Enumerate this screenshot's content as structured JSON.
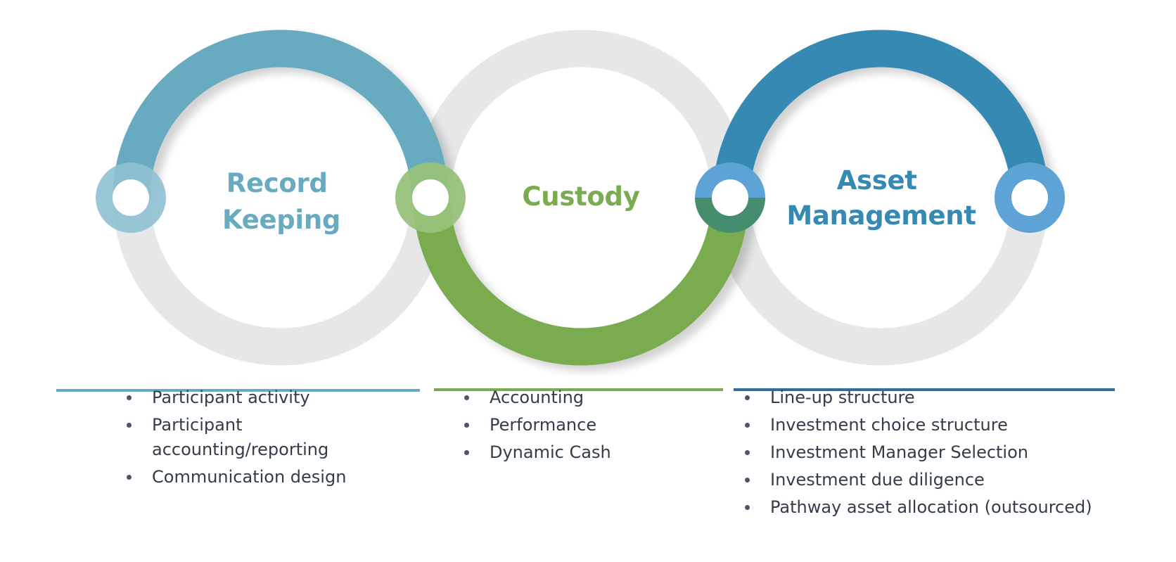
{
  "colors": {
    "ring_grey": "#e6e7e8",
    "record_keeping": "#68abc0",
    "custody": "#7aab50",
    "asset_management": "#3589b3",
    "rule_asset_management": "#2d6f9c",
    "bullet_text": "#333d4a"
  },
  "stages": [
    {
      "title_lines": [
        "Record",
        "Keeping"
      ],
      "color": "#68abc0",
      "items": [
        {
          "lines": [
            "Participant activity"
          ]
        },
        {
          "lines": [
            "Participant",
            "accounting/reporting"
          ]
        },
        {
          "lines": [
            "Communication design"
          ]
        }
      ]
    },
    {
      "title_lines": [
        "Custody"
      ],
      "color": "#7aab50",
      "items": [
        {
          "lines": [
            "Accounting"
          ]
        },
        {
          "lines": [
            "Performance"
          ]
        },
        {
          "lines": [
            "Dynamic Cash"
          ]
        }
      ]
    },
    {
      "title_lines": [
        "Asset",
        "Management"
      ],
      "color": "#3589b3",
      "items": [
        {
          "lines": [
            "Line-up structure"
          ]
        },
        {
          "lines": [
            "Investment choice structure"
          ]
        },
        {
          "lines": [
            "Investment Manager Selection"
          ]
        },
        {
          "lines": [
            "Investment due diligence"
          ]
        },
        {
          "lines": [
            "Pathway asset allocation (outsourced)"
          ]
        }
      ]
    }
  ]
}
